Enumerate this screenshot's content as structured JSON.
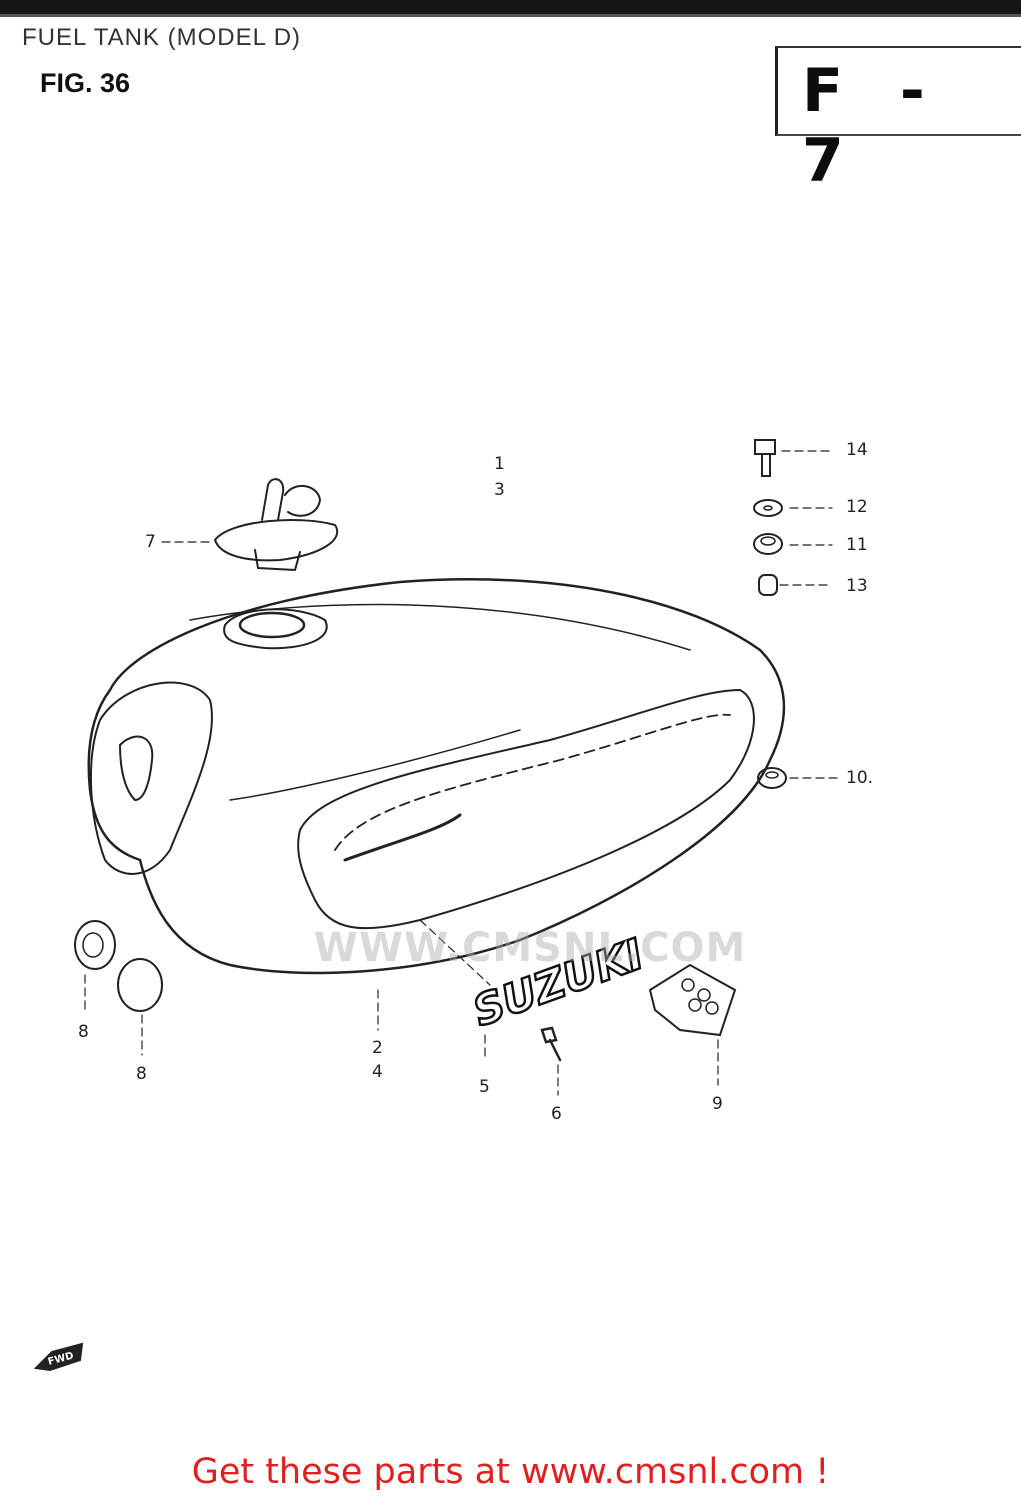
{
  "header": {
    "title": "FUEL TANK (MODEL D)",
    "figure": "FIG. 36",
    "section_code": "F - 7"
  },
  "callouts": {
    "c1": "1",
    "c3": "3",
    "c7": "7",
    "c14": "14",
    "c12": "12",
    "c11": "11",
    "c13": "13",
    "c10": "10.",
    "c8a": "8",
    "c8b": "8",
    "c2": "2",
    "c4": "4",
    "c5": "5",
    "c6": "6",
    "c9": "9"
  },
  "emblem": {
    "text": "SUZUKI"
  },
  "watermark": {
    "text": "WWW.CMSNL.COM"
  },
  "arrow": {
    "text": "FWD"
  },
  "footer": {
    "link_text": "Get these parts at www.cmsnl.com !"
  },
  "colors": {
    "footer_link": "#e02020",
    "ink": "#1a1a1a"
  }
}
